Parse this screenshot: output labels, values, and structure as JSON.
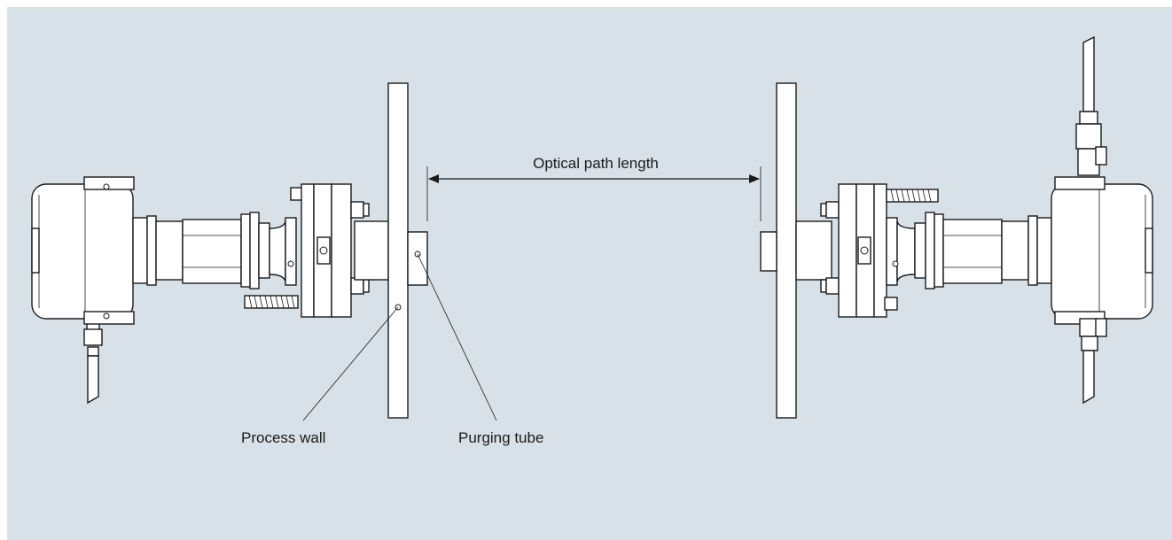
{
  "labels": {
    "optical_path": "Optical path length",
    "process_wall": "Process wall",
    "purging_tube": "Purging tube"
  },
  "colors": {
    "background": "#d9e1e8",
    "stroke": "#1a1a1a",
    "fill": "#ffffff"
  }
}
